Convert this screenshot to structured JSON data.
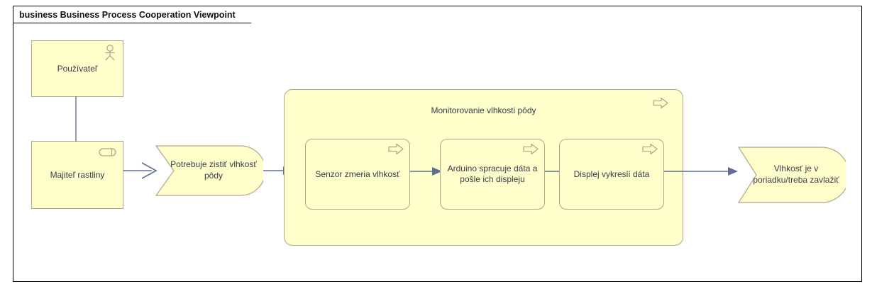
{
  "frame": {
    "tab_label": "business Business Process Cooperation Viewpoint",
    "border_color": "#000000"
  },
  "theme": {
    "element_fill": "#ffffcc",
    "element_border": "#b3a48d",
    "text_color": "#3b3b4d",
    "connector_color": "#5f6f93",
    "icon_color": "#b3a48d",
    "canvas_background": "#ffffff"
  },
  "elements": {
    "actor": {
      "label": "Používateľ",
      "icon": "business-actor-icon",
      "type": "business-actor"
    },
    "role": {
      "label": "Majiteľ rastliny",
      "icon": "business-role-icon",
      "type": "business-role"
    },
    "start_event": {
      "label": "Potrebuje zistiť vlhkosť pôdy",
      "type": "business-event"
    },
    "process_group": {
      "label": "Monitorovanie vlhkosti pôdy",
      "icon": "business-process-icon",
      "type": "business-process"
    },
    "sub_processes": [
      {
        "label": "Senzor zmeria vlhkosť",
        "icon": "business-process-icon",
        "type": "business-process"
      },
      {
        "label": "Arduino spracuje dáta a pošle ich displeju",
        "icon": "business-process-icon",
        "type": "business-process"
      },
      {
        "label": "Displej vykreslí dáta",
        "icon": "business-process-icon",
        "type": "business-process"
      }
    ],
    "end_event": {
      "label": "Vlhkosť je v poriadku/treba zavlažiť",
      "type": "business-event"
    }
  },
  "connectors": [
    {
      "name": "assignment-actor-to-role",
      "from": "actor",
      "to": "role",
      "head": "none"
    },
    {
      "name": "triggering-role-to-start-event",
      "from": "role",
      "to": "start_event",
      "head": "open"
    },
    {
      "name": "triggering-start-event-to-process-group",
      "from": "start_event",
      "to": "process_group",
      "head": "solid"
    },
    {
      "name": "triggering-sensor-to-arduino",
      "from": "sub_process_1",
      "to": "sub_process_2",
      "head": "solid"
    },
    {
      "name": "triggering-arduino-to-display",
      "from": "sub_process_2",
      "to": "sub_process_3",
      "head": "solid"
    },
    {
      "name": "triggering-display-to-end-event",
      "from": "sub_process_3",
      "to": "end_event",
      "head": "solid"
    }
  ]
}
